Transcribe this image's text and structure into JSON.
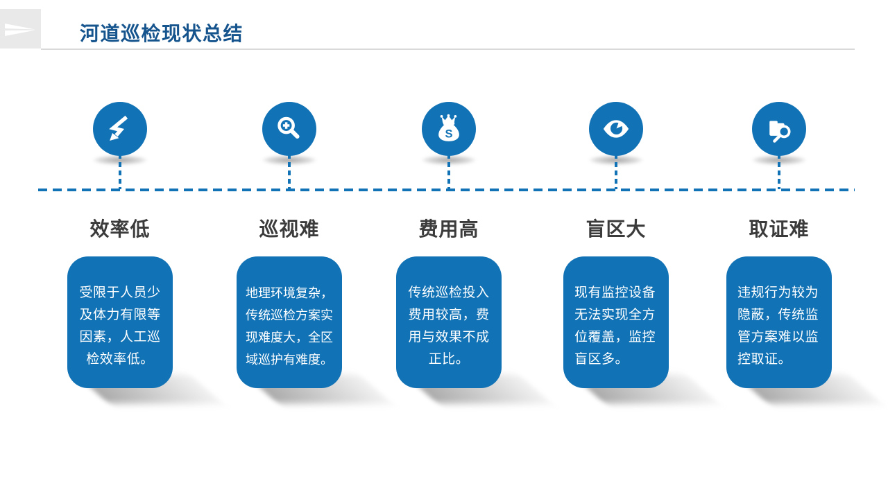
{
  "slide": {
    "title": "河道巡检现状总结",
    "logo_icon": "paper-plane-icon",
    "colors": {
      "accent_blue": "#1172b5",
      "title_navy": "#16548e",
      "heading_gray": "#3b3b3b",
      "card_text": "#ffffff",
      "logo_background": "#e9e9e9",
      "divider_gray": "#d9d9d9"
    }
  },
  "items": [
    {
      "icon": "flash-arrow-icon",
      "title": "效率低",
      "lines": [
        "受限于人员少",
        "及体力有限等",
        "因素，人工巡",
        "检效率低。"
      ]
    },
    {
      "icon": "magnifier-plus-icon",
      "title": "巡视难",
      "lines": [
        "地理环境复杂，",
        "传统巡检方案实",
        "现难度大，全区",
        "域巡护有难度。"
      ]
    },
    {
      "icon": "money-bag-icon",
      "money_symbol": "S",
      "title": "费用高",
      "lines": [
        "传统巡检投入",
        "费用较高，费",
        "用与效果不成",
        "正比。"
      ]
    },
    {
      "icon": "eye-icon",
      "title": "盲区大",
      "lines": [
        "现有监控设备",
        "无法实现全方",
        "位覆盖，监控",
        "盲区多。"
      ]
    },
    {
      "icon": "folder-search-icon",
      "title": "取证难",
      "lines": [
        "违规行为较为",
        "隐蔽，传统监",
        "管方案难以监",
        "控取证。"
      ]
    }
  ]
}
